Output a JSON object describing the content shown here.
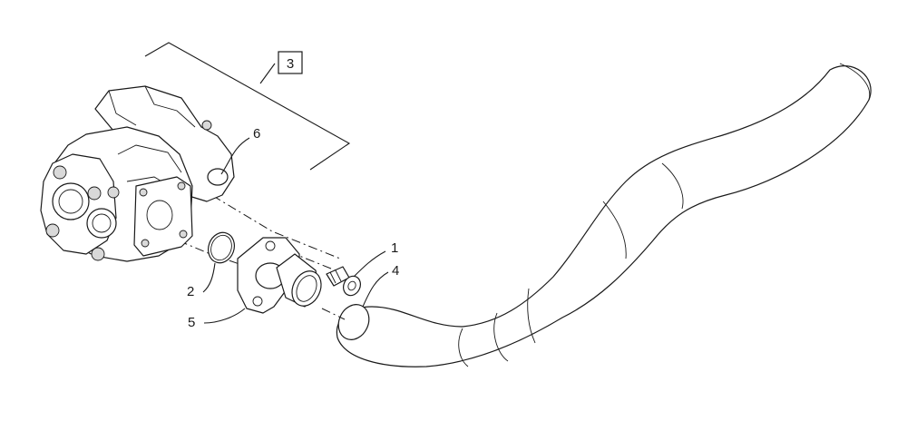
{
  "diagram": {
    "assembly_ref": "3",
    "callouts": [
      {
        "id": "c1",
        "label": "1",
        "part": "cap-screw"
      },
      {
        "id": "c2",
        "label": "2",
        "part": "o-ring"
      },
      {
        "id": "c4",
        "label": "4",
        "part": "suction-hose"
      },
      {
        "id": "c5",
        "label": "5",
        "part": "flange-fitting"
      },
      {
        "id": "c6",
        "label": "6",
        "part": "hydraulic-pump"
      }
    ]
  }
}
